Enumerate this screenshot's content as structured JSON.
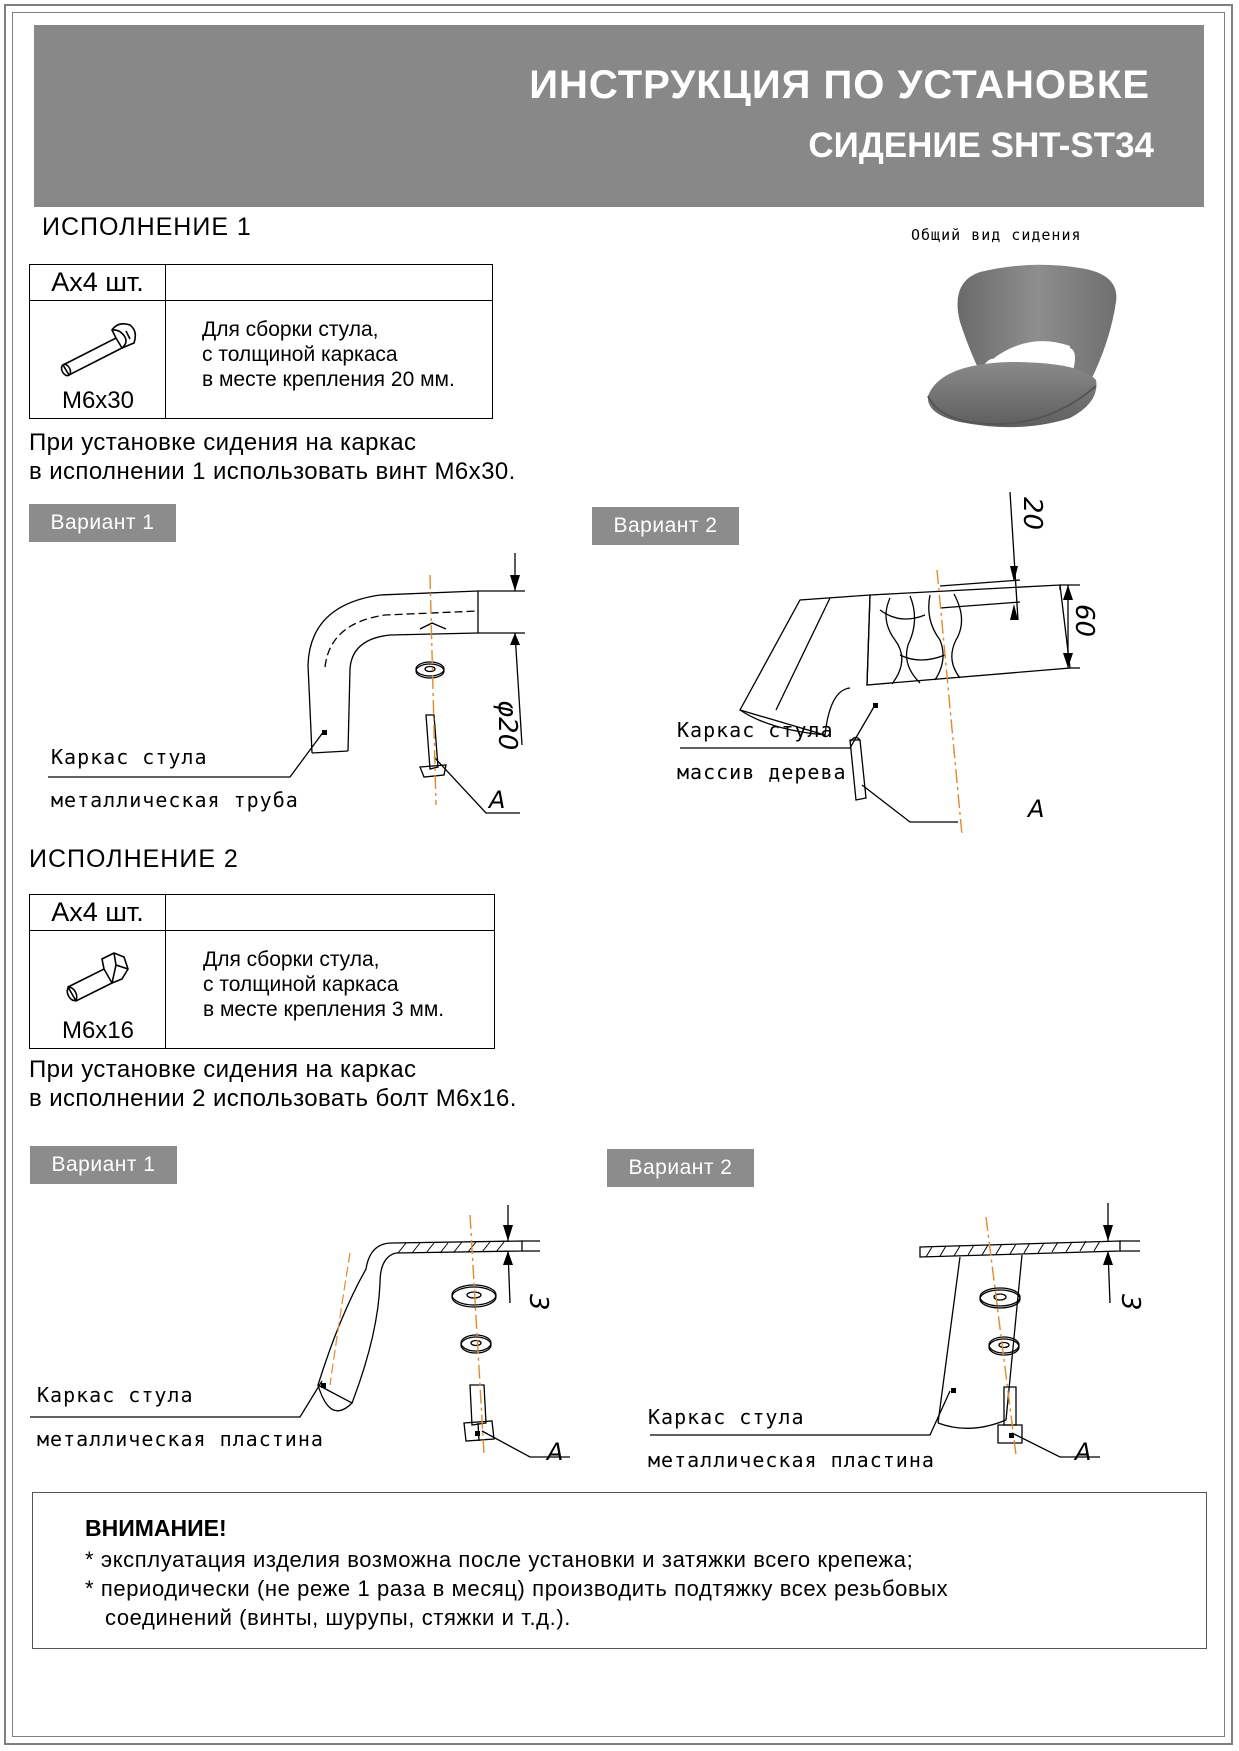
{
  "header": {
    "title": "ИНСТРУКЦИЯ ПО УСТАНОВКЕ",
    "subtitle": "СИДЕНИЕ SHT-ST34"
  },
  "overview_label": "Общий вид сидения",
  "section1": {
    "title": "ИСПОЛНЕНИЕ 1",
    "quantity": "Аx4 шт.",
    "part_size": "M6x30",
    "description": [
      "Для сборки стула,",
      "с толщиной каркаса",
      "в месте крепления 20 мм."
    ],
    "instruction": [
      "При установке сидения на каркас",
      "в исполнении 1 использовать винт M6x30."
    ],
    "variant1": {
      "badge": "Вариант 1",
      "label_main": "Каркас стула",
      "label_sub": "металлическая труба",
      "dim": "φ20",
      "part_letter": "A"
    },
    "variant2": {
      "badge": "Вариант 2",
      "label_main": "Каркас стула",
      "label_sub": "массив дерева",
      "dim_a": "20",
      "dim_b": "60",
      "part_letter": "A"
    }
  },
  "section2": {
    "title": "ИСПОЛНЕНИЕ 2",
    "quantity": "Аx4 шт.",
    "part_size": "M6x16",
    "description": [
      "Для сборки стула,",
      "с толщиной каркаса",
      "в месте крепления 3 мм."
    ],
    "instruction": [
      "При установке сидения на каркас",
      "в исполнении 2 использовать болт M6x16."
    ],
    "variant1": {
      "badge": "Вариант 1",
      "label_main": "Каркас стула",
      "label_sub": "металлическая пластина",
      "dim": "3",
      "part_letter": "A"
    },
    "variant2": {
      "badge": "Вариант 2",
      "label_main": "Каркас стула",
      "label_sub": "металлическая пластина",
      "dim": "3",
      "part_letter": "A"
    }
  },
  "warning": {
    "title": "ВНИМАНИЕ!",
    "lines": [
      "* эксплуатация изделия возможна после установки и затяжки всего крепежа;",
      "* периодически (не реже 1 раза в месяц) производить подтяжку всех резьбовых",
      "соединений (винты, шурупы, стяжки и т.д.)."
    ]
  },
  "colors": {
    "header_bg": "#888888",
    "badge_bg": "#8c8c8c",
    "axis_line": "#e08a2e",
    "seat_gray": "#7a7a7a"
  },
  "icons": [
    "screw-icon",
    "bolt-icon",
    "chair-seat-illustration"
  ]
}
